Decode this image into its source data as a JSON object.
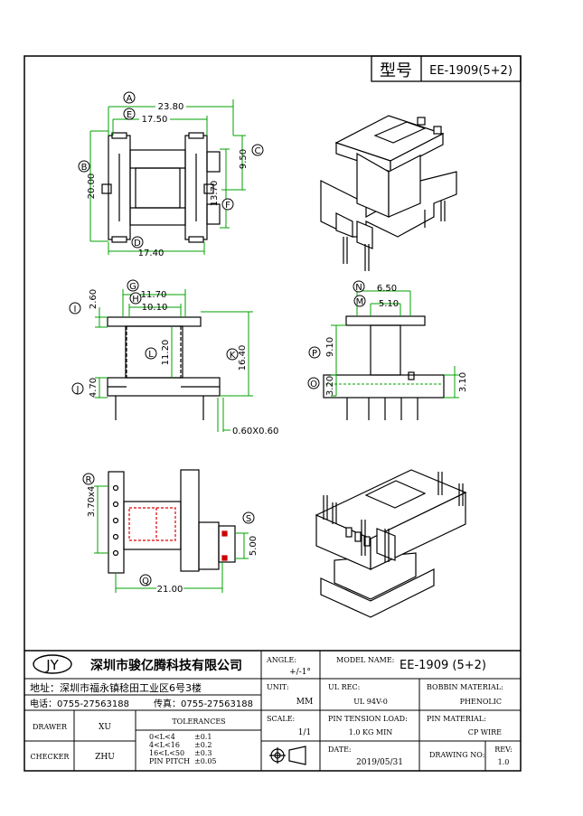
{
  "header": {
    "type_label": "型号",
    "model": "EE-1909(5+2)"
  },
  "top_view": {
    "dims": {
      "A": "23.80",
      "E": "17.50",
      "B": "20.00",
      "C": "9.50",
      "F": "13.70",
      "D": "17.40"
    },
    "letters": [
      "A",
      "E",
      "B",
      "C",
      "F",
      "D"
    ]
  },
  "side_view": {
    "dims": {
      "G": "11.70",
      "H": "10.10",
      "I": "2.60",
      "L": "11.20",
      "K": "16.40",
      "J": "4.70",
      "pin": "0.60X0.60"
    },
    "letters": [
      "G",
      "H",
      "I",
      "L",
      "K",
      "J"
    ]
  },
  "front_view": {
    "dims": {
      "N": "6.50",
      "M": "5.10",
      "P": "9.10",
      "O": "3.20",
      "Q2": "3.10"
    },
    "letters": [
      "N",
      "M",
      "P",
      "O"
    ]
  },
  "bottom_view": {
    "dims": {
      "R": "3.70x4",
      "S": "5.00",
      "Q": "21.00"
    },
    "letters": [
      "R",
      "S",
      "Q"
    ]
  },
  "title_block": {
    "logo": "JY",
    "company": "深圳市骏亿腾科技有限公司",
    "address": "地址：深圳市福永镇稔田工业区6号3楼",
    "phone": "电话：0755-27563188",
    "fax": "传真：0755-27563188",
    "drawer_label": "DRAWER",
    "drawer": "XU",
    "checker_label": "CHECKER",
    "checker": "ZHU",
    "tolerances_label": "TOLERANCES",
    "tol_rows": [
      {
        "range": "0<L<4",
        "tol": "±0.1"
      },
      {
        "range": "4<L<16",
        "tol": "±0.2"
      },
      {
        "range": "16<L<50",
        "tol": "±0.3"
      },
      {
        "range": "PIN PITCH",
        "tol": "±0.05"
      }
    ],
    "angle_label": "ANGLE:",
    "angle": "+/-1°",
    "unit_label": "UNIT:",
    "unit": "MM",
    "scale_label": "SCALE:",
    "scale": "1/1",
    "model_name_label": "MODEL NAME:",
    "model_name": "EE-1909 (5+2)",
    "ul_label": "UL REC:",
    "ul": "UL 94V-0",
    "bobbin_label": "BOBBIN MATERIAL:",
    "bobbin": "PHENOLIC",
    "tension_label": "PIN TENSION LOAD:",
    "tension": "1.0 KG MIN",
    "pin_label": "PIN MATERIAL:",
    "pin": "CP WIRE",
    "date_label": "DATE:",
    "date": "2019/05/31",
    "drawing_no_label": "DRAWING NO:",
    "rev_label": "REV:",
    "rev": "1.0"
  }
}
